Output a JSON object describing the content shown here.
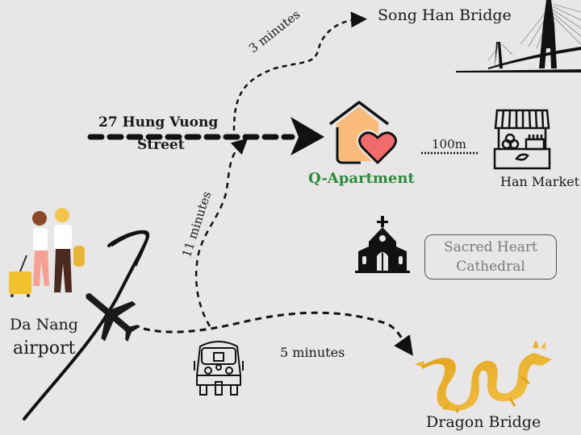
{
  "map": {
    "title": "Q-Apartment location map",
    "accent_color": "#2e8b3a",
    "origin": {
      "label": "Da Nang airport",
      "line1": "Da Nang",
      "line2": "airport"
    },
    "street": {
      "line1": "27 Hung Vuong",
      "line2": "Street"
    },
    "home": {
      "label": "Q-Apartment"
    },
    "places": [
      {
        "name": "Song Han Bridge",
        "icon": "bridge-icon",
        "travel_time": "3 minutes"
      },
      {
        "name": "Han Market",
        "icon": "market-stall-icon",
        "distance": "100m"
      },
      {
        "name": "Sacred Heart Cathedral",
        "line1": "Sacred Heart",
        "line2": "Cathedral",
        "icon": "church-icon"
      },
      {
        "name": "Dragon Bridge",
        "icon": "dragon-icon",
        "travel_time": "5 minutes"
      }
    ],
    "routes": {
      "to_song_han": "3 minutes",
      "airport_to_apartment": "11 minutes",
      "to_dragon_bridge": "5 minutes",
      "to_han_market": "100m"
    }
  }
}
